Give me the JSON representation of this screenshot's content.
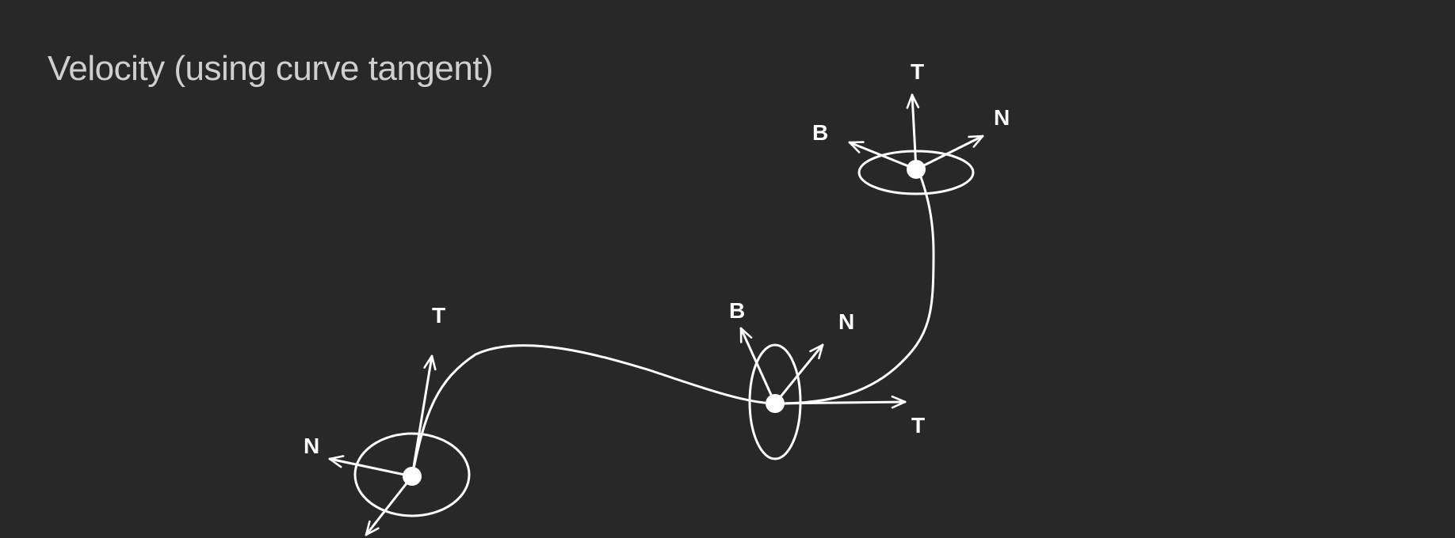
{
  "slide": {
    "title": "Velocity (using curve tangent)"
  },
  "colors": {
    "background": "#282828",
    "title_text": "#cfcfcf",
    "strokes": "#ffffff"
  },
  "frames": [
    {
      "id": "frame-left",
      "labels": {
        "tangent": "T",
        "normal": "N"
      }
    },
    {
      "id": "frame-middle",
      "labels": {
        "binormal": "B",
        "normal": "N",
        "tangent": "T"
      }
    },
    {
      "id": "frame-top",
      "labels": {
        "tangent": "T",
        "binormal": "B",
        "normal": "N"
      }
    }
  ]
}
